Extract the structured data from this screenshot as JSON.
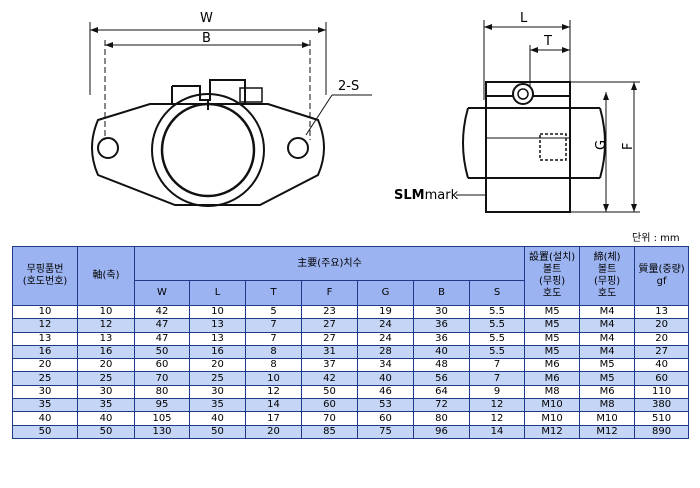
{
  "drawing": {
    "labels": {
      "w": "W",
      "b": "B",
      "s": "2-S",
      "l": "L",
      "t": "T",
      "g": "G",
      "f": "F",
      "slm_bold": "SLM",
      "slm_rest": "mark"
    },
    "unit": "단위 : mm"
  },
  "table": {
    "header": {
      "model": "무핑품번\n(호도번호)",
      "shaft": "軸(축)",
      "dims": "主要(주요)치수",
      "bolt1": "設置(설치)\n볼트\n(무핑)\n호도",
      "bolt2": "締(체)\n볼트\n(무핑)\n호도",
      "mass": "質量(중량)\ngf",
      "cols": [
        "W",
        "L",
        "T",
        "F",
        "G",
        "B",
        "S"
      ]
    },
    "rows": [
      [
        "10",
        "10",
        "42",
        "10",
        "5",
        "23",
        "19",
        "30",
        "5.5",
        "M5",
        "M4",
        "13"
      ],
      [
        "12",
        "12",
        "47",
        "13",
        "7",
        "27",
        "24",
        "36",
        "5.5",
        "M5",
        "M4",
        "20"
      ],
      [
        "13",
        "13",
        "47",
        "13",
        "7",
        "27",
        "24",
        "36",
        "5.5",
        "M5",
        "M4",
        "20"
      ],
      [
        "16",
        "16",
        "50",
        "16",
        "8",
        "31",
        "28",
        "40",
        "5.5",
        "M5",
        "M4",
        "27"
      ],
      [
        "20",
        "20",
        "60",
        "20",
        "8",
        "37",
        "34",
        "48",
        "7",
        "M6",
        "M5",
        "40"
      ],
      [
        "25",
        "25",
        "70",
        "25",
        "10",
        "42",
        "40",
        "56",
        "7",
        "M6",
        "M5",
        "60"
      ],
      [
        "30",
        "30",
        "80",
        "30",
        "12",
        "50",
        "46",
        "64",
        "9",
        "M8",
        "M6",
        "110"
      ],
      [
        "35",
        "35",
        "95",
        "35",
        "14",
        "60",
        "53",
        "72",
        "12",
        "M10",
        "M8",
        "380"
      ],
      [
        "40",
        "40",
        "105",
        "40",
        "17",
        "70",
        "60",
        "80",
        "12",
        "M10",
        "M10",
        "510"
      ],
      [
        "50",
        "50",
        "130",
        "50",
        "20",
        "85",
        "75",
        "96",
        "14",
        "M12",
        "M12",
        "890"
      ]
    ]
  }
}
